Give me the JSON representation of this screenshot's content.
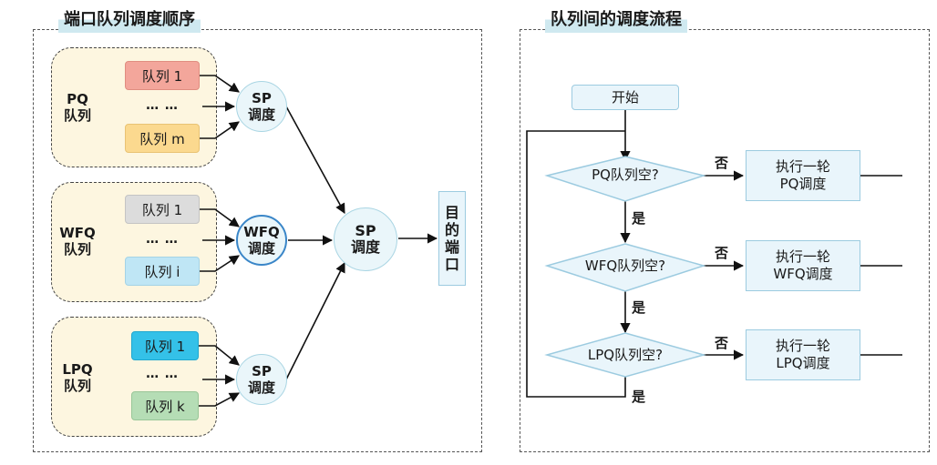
{
  "left_panel": {
    "title": "端口队列调度顺序",
    "groups": {
      "pq": {
        "label_line1": "PQ",
        "label_line2": "队列",
        "queue_first": "队列 1",
        "dots": "… …",
        "queue_last": "队列 m",
        "scheduler_line1": "SP",
        "scheduler_line2": "调度"
      },
      "wfq": {
        "label_line1": "WFQ",
        "label_line2": "队列",
        "queue_first": "队列 1",
        "dots": "… …",
        "queue_last": "队列 i",
        "scheduler_line1": "WFQ",
        "scheduler_line2": "调度"
      },
      "lpq": {
        "label_line1": "LPQ",
        "label_line2": "队列",
        "queue_first": "队列 1",
        "dots": "… …",
        "queue_last": "队列 k",
        "scheduler_line1": "SP",
        "scheduler_line2": "调度"
      }
    },
    "main_scheduler_line1": "SP",
    "main_scheduler_line2": "调度",
    "destination": [
      "目",
      "的",
      "端",
      "口"
    ]
  },
  "right_panel": {
    "title": "队列间的调度流程",
    "start": "开始",
    "decisions": [
      "PQ队列空?",
      "WFQ队列空?",
      "LPQ队列空?"
    ],
    "no_label": "否",
    "yes_label": "是",
    "actions": [
      {
        "line1": "执行一轮",
        "line2": "PQ调度"
      },
      {
        "line1": "执行一轮",
        "line2": "WFQ调度"
      },
      {
        "line1": "执行一轮",
        "line2": "LPQ调度"
      }
    ]
  },
  "colors": {
    "pq_queue_1": "#f3a69b",
    "pq_queue_m": "#fbd98f",
    "wfq_queue_1": "#dcdcdc",
    "wfq_queue_i": "#bfe6f5",
    "lpq_queue_1": "#34c1e8",
    "lpq_queue_k": "#b5ddb5",
    "title_highlight": "#cfe9f0",
    "group_fill": "#fdf6e0",
    "node_fill": "#e9f5fb"
  }
}
